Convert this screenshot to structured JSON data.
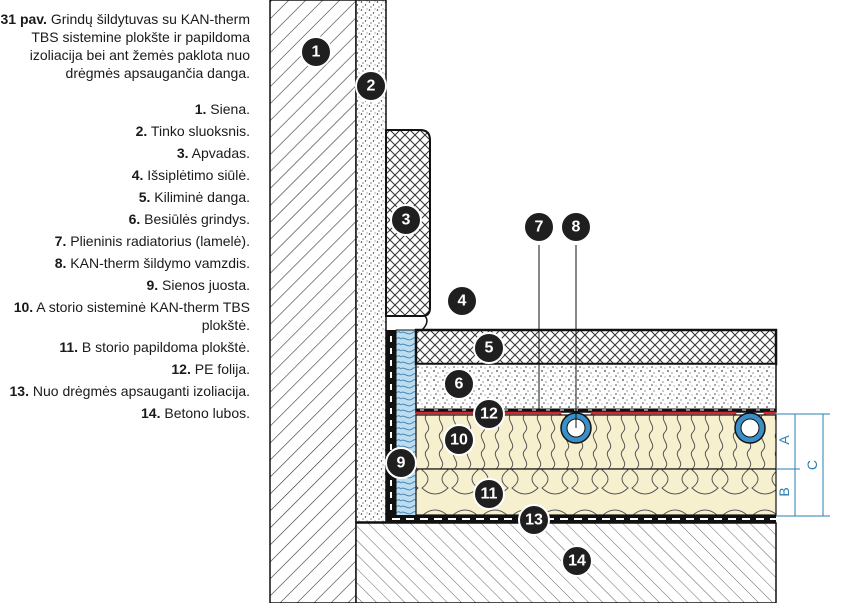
{
  "caption": {
    "number": "31 pav.",
    "text": "Grindų šildytuvas su KAN-therm TBS sistemine plokšte ir papildoma izoliacija bei ant žemės paklota nuo drėgmės apsaugančia danga."
  },
  "legend": [
    {
      "num": "1.",
      "label": "Siena."
    },
    {
      "num": "2.",
      "label": "Tinko sluoksnis."
    },
    {
      "num": "3.",
      "label": "Apvadas."
    },
    {
      "num": "4.",
      "label": "Išsiplėtimo siūlė."
    },
    {
      "num": "5.",
      "label": "Kiliminė danga."
    },
    {
      "num": "6.",
      "label": "Besiūlės grindys."
    },
    {
      "num": "7.",
      "label": "Plieninis radiatorius (lamelė)."
    },
    {
      "num": "8.",
      "label": "KAN-therm šildymo vamzdis."
    },
    {
      "num": "9.",
      "label": "Sienos juosta."
    },
    {
      "num": "10.",
      "label": "A storio sisteminė KAN-therm TBS plokštė."
    },
    {
      "num": "11.",
      "label": "B storio papildoma plokštė."
    },
    {
      "num": "12.",
      "label": "PE folija."
    },
    {
      "num": "13.",
      "label": "Nuo drėgmės apsauganti izoliacija."
    },
    {
      "num": "14.",
      "label": "Betono lubos."
    }
  ],
  "markers": [
    "1",
    "2",
    "3",
    "4",
    "5",
    "6",
    "7",
    "8",
    "9",
    "10",
    "11",
    "12",
    "13",
    "14"
  ],
  "dimensions": {
    "a": "A",
    "b": "B",
    "c": "C"
  },
  "colors": {
    "insulation": "#f7f0cf",
    "wall_strip": "#bcdcef",
    "pipe": "#3b8fc8",
    "foil": "#d8262e",
    "dimension": "#2a7fb0"
  }
}
